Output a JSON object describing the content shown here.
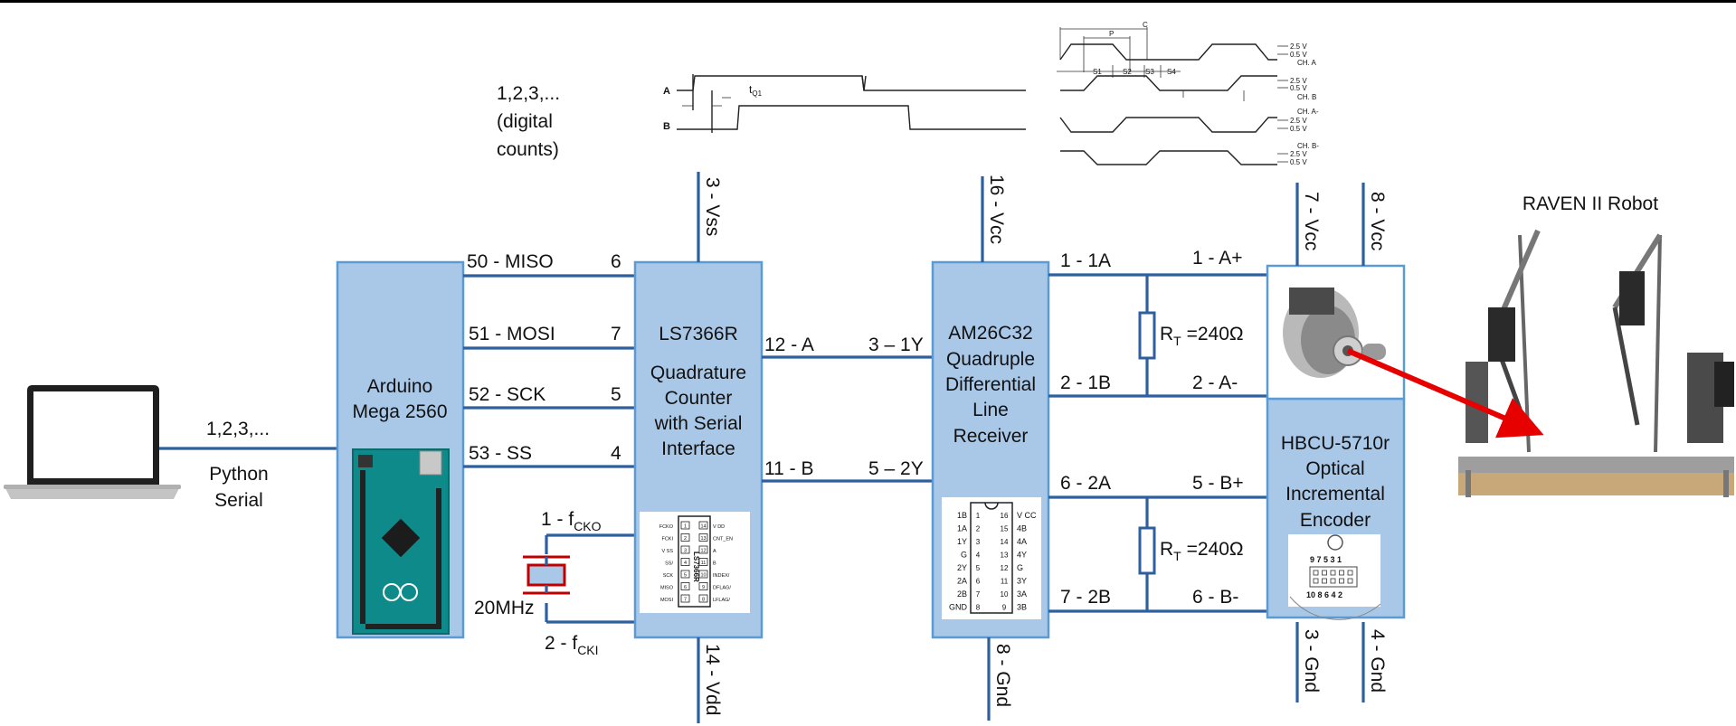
{
  "top_border_color": "#000000",
  "colors": {
    "box_fill": "#a9c8e8",
    "box_stroke": "#5b9bd5",
    "wire": "#2e5f9e",
    "arrow": "#e60000"
  },
  "laptop": {
    "link_label": "1,2,3,...",
    "python_1": "Python",
    "python_2": "Serial"
  },
  "arduino": {
    "line1": "Arduino",
    "line2": "Mega 2560",
    "pins": [
      "50 - MISO",
      "51 - MOSI",
      "52 - SCK",
      "53 - SS"
    ]
  },
  "counter": {
    "line1": "LS7366R",
    "line2": "Quadrature",
    "line3": "Counter",
    "line4": "with Serial",
    "line5": "Interface",
    "pin_nums": [
      "6",
      "7",
      "5",
      "4"
    ],
    "vss": "3 - Vss",
    "vdd": "14 - Vdd",
    "out_a": "12 - A",
    "out_b": "11 - B",
    "counts_1": "1,2,3,...",
    "counts_2": "(digital",
    "counts_3": "counts)",
    "chip_left": [
      "FCKO",
      "FCKI",
      "V SS",
      "SS/",
      "SCK",
      "MISO",
      "MOSI"
    ],
    "chip_right": [
      "V DD",
      "CNT_EN",
      "A",
      "B",
      "INDEX/",
      "DFLAG/",
      "LFLAG/"
    ],
    "chip_left_nums": [
      "1",
      "2",
      "3",
      "4",
      "5",
      "6",
      "7"
    ],
    "chip_right_nums": [
      "14",
      "13",
      "12",
      "11",
      "10",
      "9",
      "8"
    ],
    "chip_name": "LS7366R"
  },
  "crystal": {
    "fcko_main": "1 - f",
    "fcko_sub": "CKO",
    "fcki_main": "2 - f",
    "fcki_sub": "CKI",
    "freq": "20MHz"
  },
  "timing_ab": {
    "a": "A",
    "b": "B",
    "t_main": "t",
    "t_sub": "Q1"
  },
  "receiver": {
    "line1": "AM26C32",
    "line2": "Quadruple",
    "line3": "Differential",
    "line4": "Line",
    "line5": "Receiver",
    "in_1y": "3 – 1Y",
    "in_2y": "5 – 2Y",
    "vcc": "16 - Vcc",
    "gnd": "8 - Gnd",
    "pin_1a": "1 - 1A",
    "pin_1b": "2 - 1B",
    "pin_2a": "6 - 2A",
    "pin_2b": "7 - 2B",
    "chip_left": [
      "1B",
      "1A",
      "1Y",
      "G",
      "2Y",
      "2A",
      "2B",
      "GND"
    ],
    "chip_right": [
      "V CC",
      "4B",
      "4A",
      "4Y",
      "G",
      "3Y",
      "3A",
      "3B"
    ],
    "chip_left_nums": [
      "1",
      "2",
      "3",
      "4",
      "5",
      "6",
      "7",
      "8"
    ],
    "chip_right_nums": [
      "16",
      "15",
      "14",
      "13",
      "12",
      "11",
      "10",
      "9"
    ]
  },
  "termination": {
    "r_main": "R",
    "r_sub": "T",
    "r_value": " =240Ω"
  },
  "encoder": {
    "line1": "HBCU-5710r",
    "line2": "Optical",
    "line3": "Incremental",
    "line4": "Encoder",
    "a_plus": "1 - A+",
    "a_minus": "2 - A-",
    "b_plus": "5 - B+",
    "b_minus": "6 - B-",
    "vcc7": "7 - Vcc",
    "vcc8": "8 - Vcc",
    "gnd3": "3 - Gnd",
    "gnd4": "4 - Gnd",
    "conn_top": "9 7 5 3 1",
    "conn_bottom": "10 8 6 4 2"
  },
  "timing_diff": {
    "c": "C",
    "p": "P",
    "s1": "S1",
    "s2": "S2",
    "s3": "S3",
    "s4": "S4",
    "v_high": "2.5 V",
    "v_low": "0.5 V",
    "ch_a": "CH. A",
    "ch_b": "CH. B",
    "ch_a_neg": "CH. A-",
    "ch_b_neg": "CH. B-"
  },
  "robot": {
    "title": "RAVEN II Robot"
  }
}
